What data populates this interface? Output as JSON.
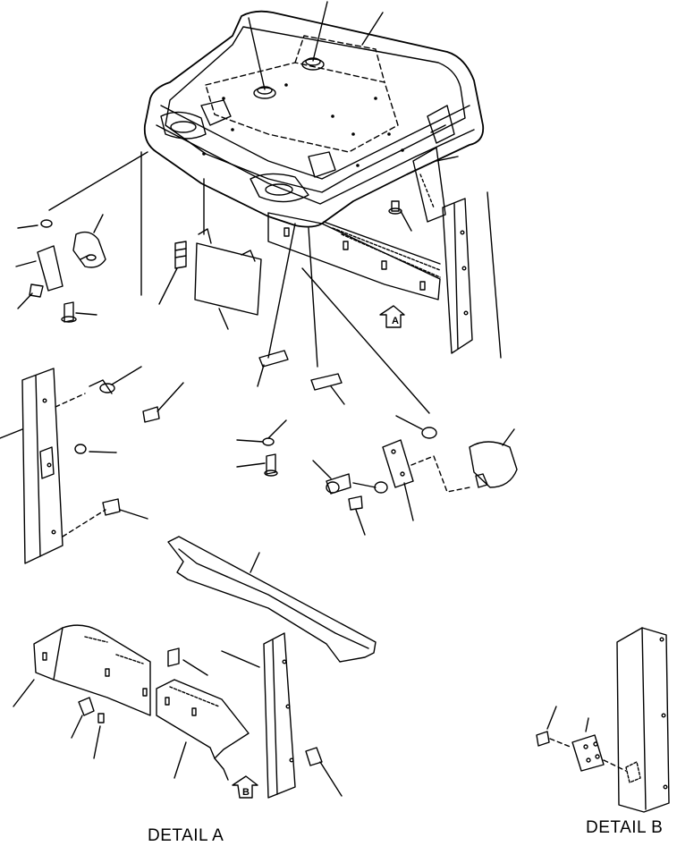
{
  "labels": {
    "detail_a": "DETAIL A",
    "detail_b": "DETAIL B",
    "view_a": "A",
    "view_b": "B"
  },
  "colors": {
    "ink": "#000000",
    "paper": "#ffffff"
  }
}
